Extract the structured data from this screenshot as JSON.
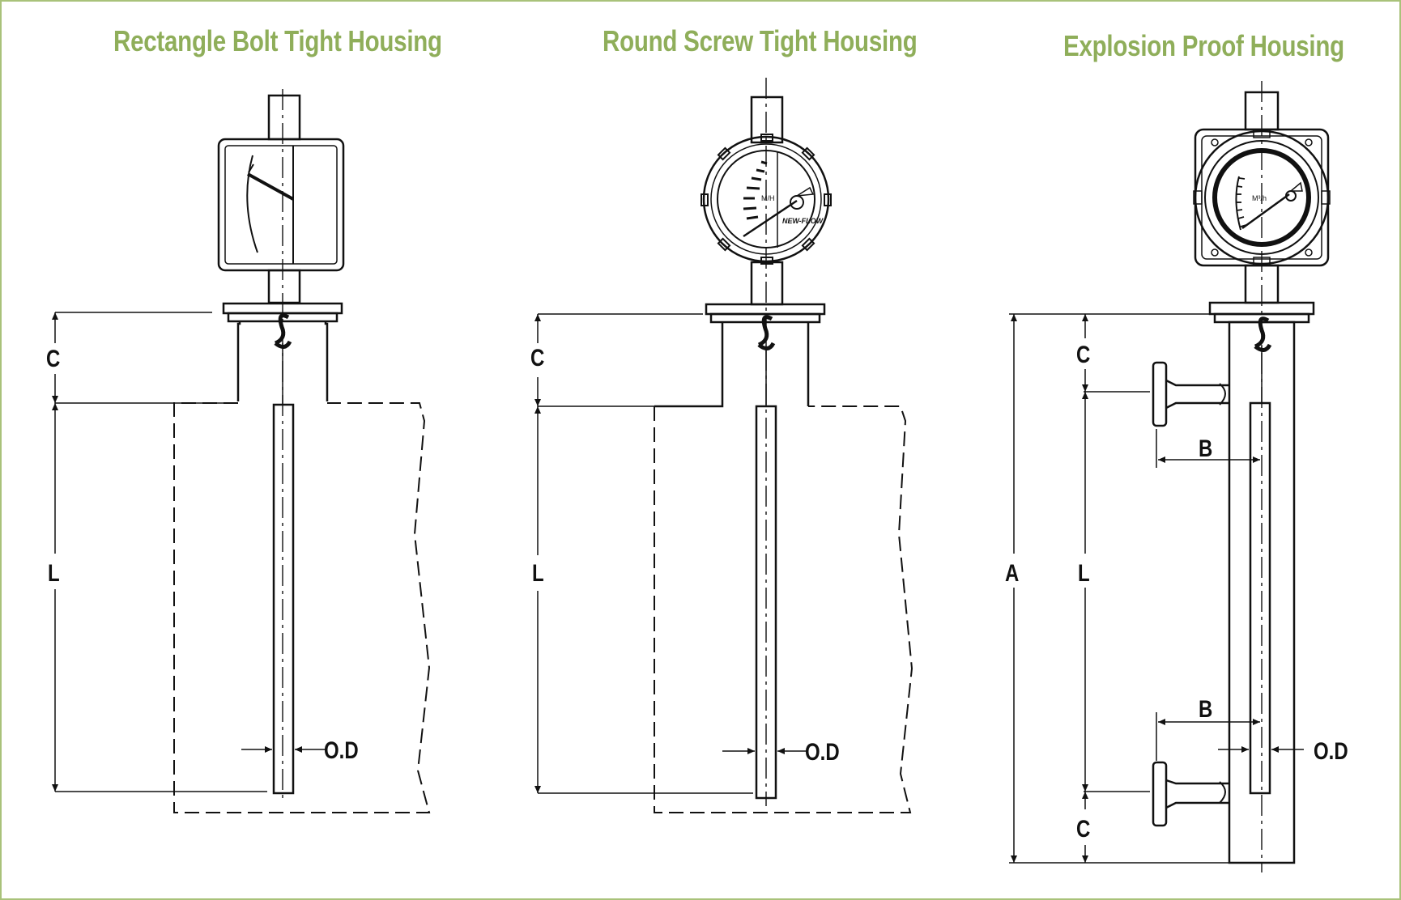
{
  "titles": {
    "rect": "Rectangle Bolt Tight Housing",
    "round": "Round Screw Tight Housing",
    "explosion": "Explosion Proof Housing"
  },
  "dims": {
    "c": "C",
    "l": "L",
    "a": "A",
    "b": "B",
    "od": "O.D"
  },
  "gauge": {
    "unit_round": "M/H",
    "unit_explosion": "M³/h",
    "brand": "NEW-FLOW"
  },
  "colors": {
    "title": "#8fae5a",
    "border": "#a9c27a",
    "line": "#111111"
  }
}
